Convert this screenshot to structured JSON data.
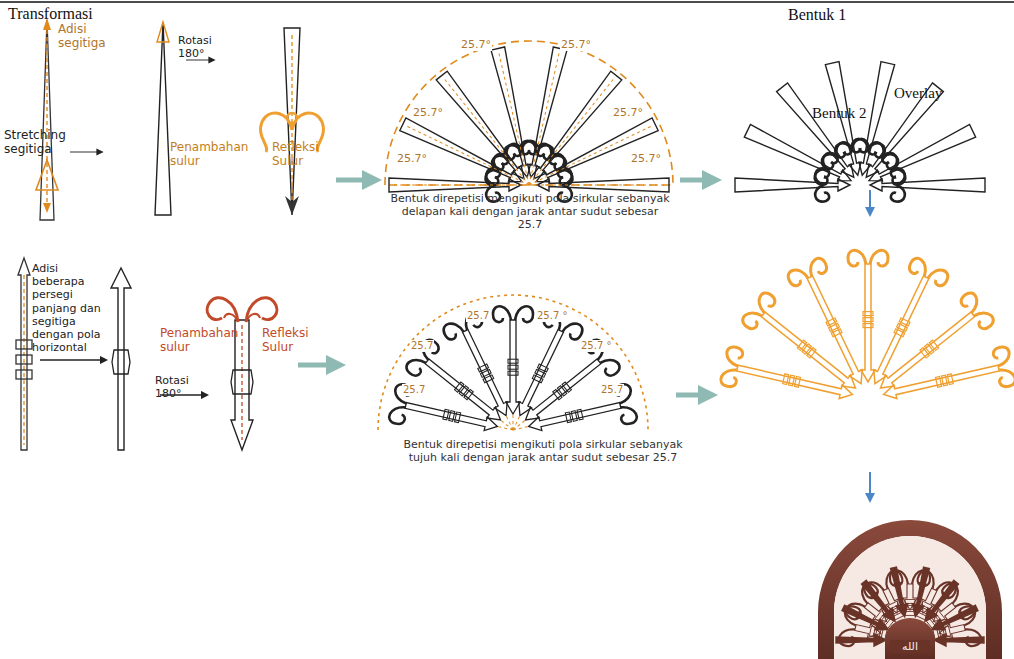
{
  "diagram": {
    "title": "Transformasi",
    "labels": [
      "Bentuk 1",
      "Overlay",
      "Bentuk 2",
      "Stretching segitiga",
      "Adisi segitiga",
      "Rotasi 180°",
      "Penambahan sulur",
      "Refleksi Sulur",
      "25.7°",
      "25.7°",
      "25.7°",
      "25.7°",
      "25.7°",
      "25.7°",
      "Bentuk direpetisi mengikuti pola sirkular sebanyak delapan kali dengan jarak antar sudut sebesar 25.7",
      "Adisi beberapa persegi panjang dan segitiga dengan pola horizontal",
      "Penambahan sulur",
      "Refleksi Sulur",
      "Rotasi 180°",
      "25.7",
      "25.7",
      "25.7",
      "25.7 °",
      "25.7 °",
      "25.7",
      "Bentuk direpetisi mengikuti pola sirkular sebanyak tujuh kali dengan jarak antar sudut sebesar 25.7",
      "الله"
    ]
  }
}
